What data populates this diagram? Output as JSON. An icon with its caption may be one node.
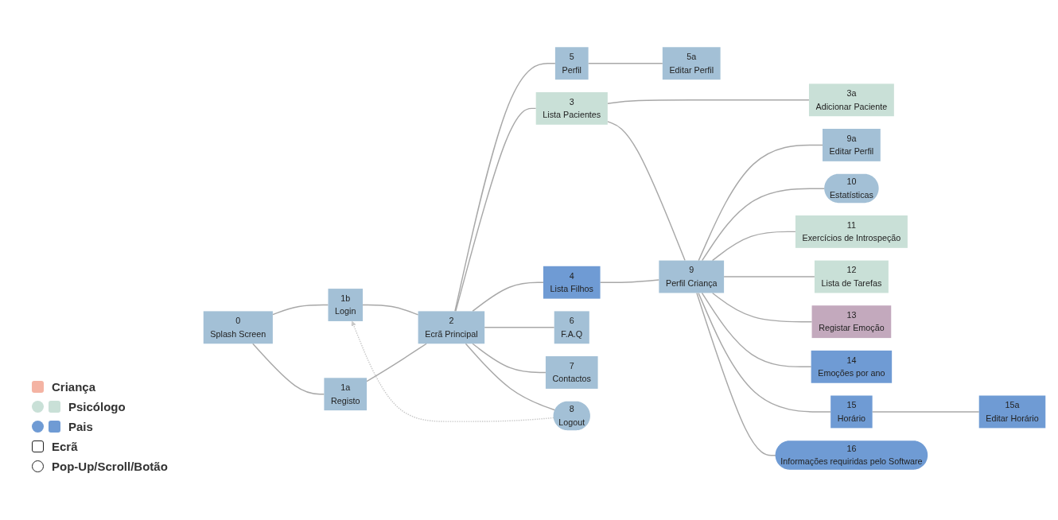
{
  "diagram": {
    "nodes": [
      {
        "text": [
          "0",
          "Splash Screen"
        ]
      },
      {
        "text": [
          "1b",
          "Login"
        ]
      },
      {
        "text": [
          "1a",
          "Registo"
        ]
      },
      {
        "text": [
          "2",
          "Ecrã Principal"
        ]
      },
      {
        "text": [
          "3",
          "Lista Pacientes"
        ]
      },
      {
        "text": [
          "4",
          "Lista Filhos"
        ]
      },
      {
        "text": [
          "5",
          "Perfil"
        ]
      },
      {
        "text": [
          "5a",
          "Editar Perfil"
        ]
      },
      {
        "text": [
          "6",
          "F.A.Q"
        ]
      },
      {
        "text": [
          "7",
          "Contactos"
        ]
      },
      {
        "text": [
          "8",
          "Logout"
        ]
      },
      {
        "text": [
          "3a",
          "Adicionar Paciente"
        ]
      },
      {
        "text": [
          "9",
          "Perfil Criança"
        ]
      },
      {
        "text": [
          "9a",
          "Editar Perfil"
        ]
      },
      {
        "text": [
          "10",
          "Estatísticas"
        ]
      },
      {
        "text": [
          "11",
          "Exercícios de Introspeção"
        ]
      },
      {
        "text": [
          "12",
          "Lista de Tarefas"
        ]
      },
      {
        "text": [
          "13",
          "Registar Emoção"
        ]
      },
      {
        "text": [
          "14",
          "Emoções por ano"
        ]
      },
      {
        "text": [
          "15",
          "Horário"
        ]
      },
      {
        "text": [
          "15a",
          "Editar Horário"
        ]
      },
      {
        "text": [
          "16",
          "Informações requiridas pelo Software"
        ]
      }
    ],
    "edges": [
      {
        "from": 0,
        "to": 1,
        "arrow": "none"
      },
      {
        "from": 0,
        "to": 2,
        "arrow": "none"
      },
      {
        "from": 1,
        "to": 3,
        "arrow": "none"
      },
      {
        "from": 2,
        "to": 3,
        "arrow": "none"
      },
      {
        "from": 3,
        "to": 4,
        "arrow": "none"
      },
      {
        "from": 3,
        "to": 5,
        "arrow": "none"
      },
      {
        "from": 3,
        "to": 6,
        "arrow": "none"
      },
      {
        "from": 3,
        "to": 8,
        "arrow": "none"
      },
      {
        "from": 3,
        "to": 9,
        "arrow": "none"
      },
      {
        "from": 3,
        "to": 10,
        "arrow": "none"
      },
      {
        "from": 6,
        "to": 7,
        "arrow": "none"
      },
      {
        "from": 4,
        "to": 11,
        "arrow": "none"
      },
      {
        "from": 4,
        "to": 12,
        "arrow": "none"
      },
      {
        "from": 5,
        "to": 12,
        "arrow": "none"
      },
      {
        "from": 12,
        "to": 13,
        "arrow": "none"
      },
      {
        "from": 12,
        "to": 14,
        "arrow": "none"
      },
      {
        "from": 12,
        "to": 15,
        "arrow": "none"
      },
      {
        "from": 12,
        "to": 16,
        "arrow": "none"
      },
      {
        "from": 12,
        "to": 17,
        "arrow": "none"
      },
      {
        "from": 12,
        "to": 18,
        "arrow": "none"
      },
      {
        "from": 12,
        "to": 19,
        "arrow": "none"
      },
      {
        "from": 12,
        "to": 21,
        "arrow": "none"
      },
      {
        "from": 19,
        "to": 20,
        "arrow": "none"
      },
      {
        "from": 10,
        "to": 1,
        "arrow": "to",
        "style": "dashed",
        "color": "#c8c8c8"
      }
    ],
    "legend": [
      {
        "text": "Criança",
        "color": "#f4b3a3"
      },
      {
        "text": "Psicólogo",
        "color": "#c9e0d7"
      },
      {
        "text": "Pais",
        "color": "#6f9bd4"
      },
      {
        "text": "Ecrã"
      },
      {
        "text": "Pop-Up/Scroll/Botão"
      }
    ]
  }
}
